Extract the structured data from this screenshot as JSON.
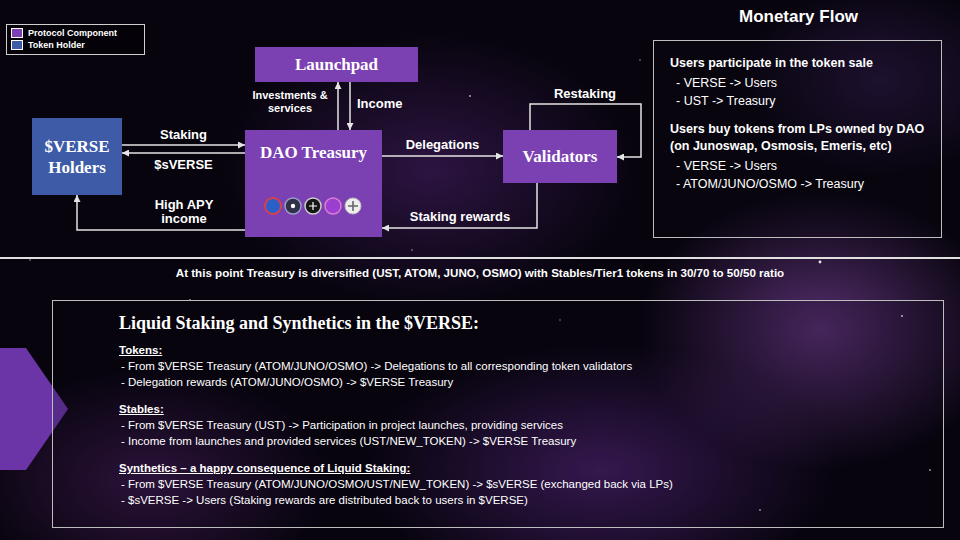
{
  "diagram": {
    "nodes": [
      {
        "text": [
          "$VERSE Holders"
        ]
      },
      {
        "text": [
          "Launchpad"
        ]
      },
      {
        "text": [
          "DAO Treasury"
        ]
      },
      {
        "text": [
          "Validators"
        ]
      },
      {
        "text": [
          "Monetary Flow",
          "Users participate in the token sale",
          "- VERSE -> Users",
          "- UST -> Treasury",
          "Users buy tokens from LPs owned by DAO (on Junoswap, Osmosis, Emeris, etc)",
          "- VERSE -> Users",
          "- ATOM/JUNO/OSMO -> Treasury"
        ]
      },
      {
        "text": [
          "Liquid Staking and Synthetics in the $VERSE:",
          "Tokens:",
          "- From $VERSE Treasury (ATOM/JUNO/OSMO) -> Delegations to all corresponding token validators",
          "- Delegation rewards (ATOM/JUNO/OSMO) -> $VERSE Treasury",
          "Stables:",
          "- From $VERSE Treasury (UST) -> Participation in project launches, providing services",
          "- Income from launches and provided services (UST/NEW_TOKEN) -> $VERSE Treasury",
          "Synthetics – a happy consequence of Liquid Staking:",
          "- From $VERSE Treasury (ATOM/JUNO/OSMO/UST/NEW_TOKEN) -> $sVERSE (exchanged back via LPs)",
          "- $sVERSE -> Users (Staking rewards are distributed back to users in $VERSE)"
        ]
      }
    ],
    "edges": [
      {
        "from": 0,
        "to": 2,
        "label": "Staking",
        "arrow": "to"
      },
      {
        "from": 2,
        "to": 0,
        "label": "$sVERSE",
        "arrow": "to"
      },
      {
        "from": 2,
        "to": 0,
        "label": "High APY income",
        "arrow": "to"
      },
      {
        "from": 2,
        "to": 1,
        "label": "Investments & services",
        "arrow": "to"
      },
      {
        "from": 1,
        "to": 2,
        "label": "Income",
        "arrow": "to"
      },
      {
        "from": 2,
        "to": 3,
        "label": "Delegations",
        "arrow": "to"
      },
      {
        "from": 3,
        "to": 2,
        "label": "Staking rewards",
        "arrow": "to"
      },
      {
        "from": 3,
        "to": 3,
        "label": "Restaking",
        "arrow": "to"
      }
    ],
    "labels": [
      "At this point Treasury is diversified (UST, ATOM, JUNO, OSMO) with Stables/Tier1 tokens in 30/70 to 50/50 ratio"
    ],
    "legend": [
      {
        "text": "Protocol Component",
        "color": "#7b40b2"
      },
      {
        "text": "Token Holder",
        "color": "#3d5ba7"
      }
    ]
  }
}
